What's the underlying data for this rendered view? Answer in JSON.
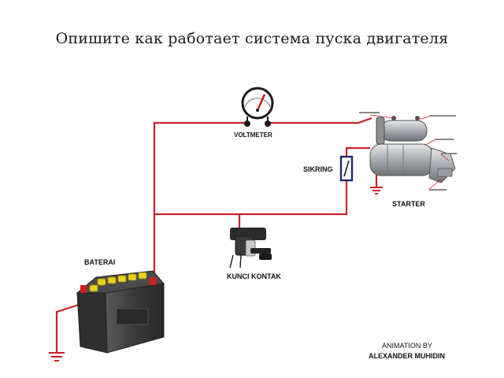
{
  "title": "Опишите как работает система пуска двигателя",
  "labels": {
    "voltmeter": "VOLTMETER",
    "sikring": "SIKRING",
    "starter": "STARTER",
    "kunci_kontak": "KUNCI KONTAK",
    "baterai": "BATERAI"
  },
  "credit": {
    "line1": "ANIMATION BY",
    "line2": "ALEXANDER MUHIDIN"
  },
  "colors": {
    "wire": "#cc1f26",
    "battery_body": "#3d3d3d",
    "battery_caps": "#e8d21a",
    "starter_metal": "#b9bcc0",
    "text": "#111111"
  },
  "icons": [
    "voltmeter-icon",
    "fuse-icon",
    "starter-motor-icon",
    "ignition-key-icon",
    "battery-icon",
    "ground-icon"
  ]
}
